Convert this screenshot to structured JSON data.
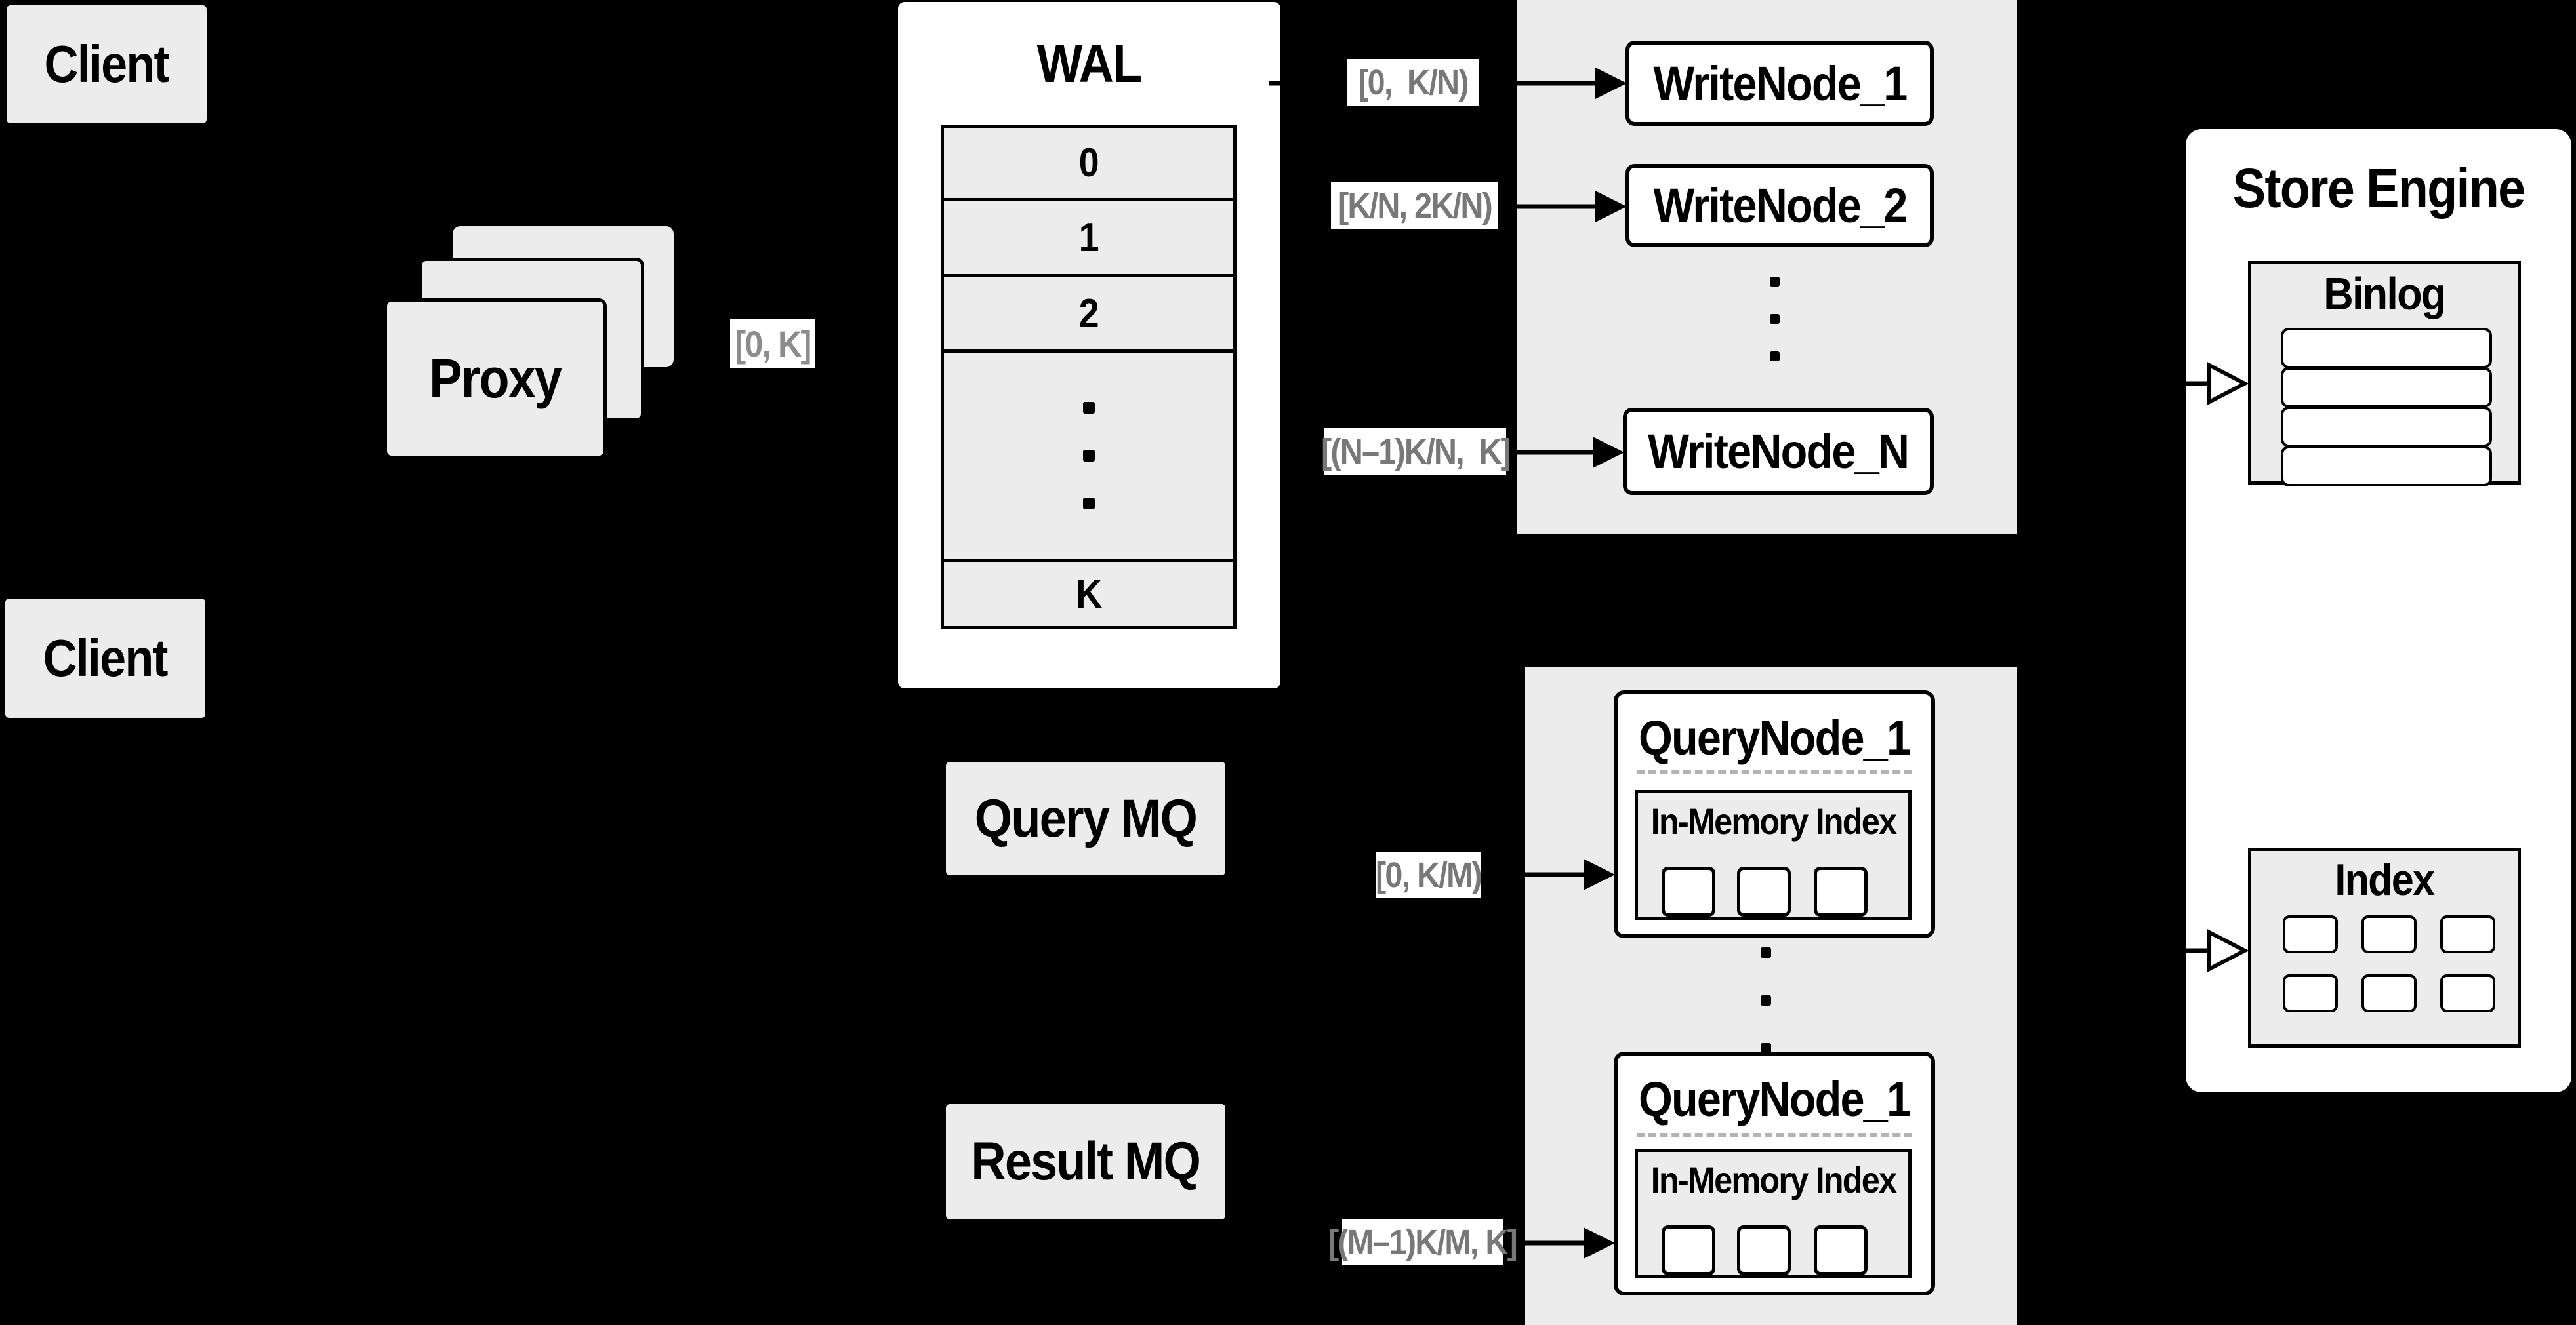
{
  "colors": {
    "background": "#000000",
    "panel_gray": "#ececec",
    "box_white": "#ffffff",
    "line_black": "#000000",
    "range_label_gray": "#787878",
    "dashed_gray": "#b3b3b3"
  },
  "clients": {
    "top_label": "Client",
    "bottom_label": "Client"
  },
  "proxy": {
    "label": "Proxy",
    "range_chip": "[0, K]"
  },
  "wal": {
    "title": "WAL",
    "rows": [
      "0",
      "1",
      "2",
      "K"
    ]
  },
  "write_section": {
    "range_chips": [
      "[0,  K/N)",
      "[K/N, 2K/N)",
      "[(N–1)K/N,  K]"
    ],
    "nodes": [
      "WriteNode_1",
      "WriteNode_2",
      "WriteNode_N"
    ]
  },
  "mq": {
    "query_label": "Query MQ",
    "result_label": "Result MQ"
  },
  "query_section": {
    "range_chips": [
      "[0, K/M)",
      "[(M–1)K/M, K]"
    ],
    "nodes": [
      {
        "title": "QueryNode_1",
        "inner_title": "In-Memory Index"
      },
      {
        "title": "QueryNode_1",
        "inner_title": "In-Memory Index"
      }
    ]
  },
  "store_engine": {
    "title": "Store Engine",
    "binlog_title": "Binlog",
    "index_title": "Index"
  }
}
